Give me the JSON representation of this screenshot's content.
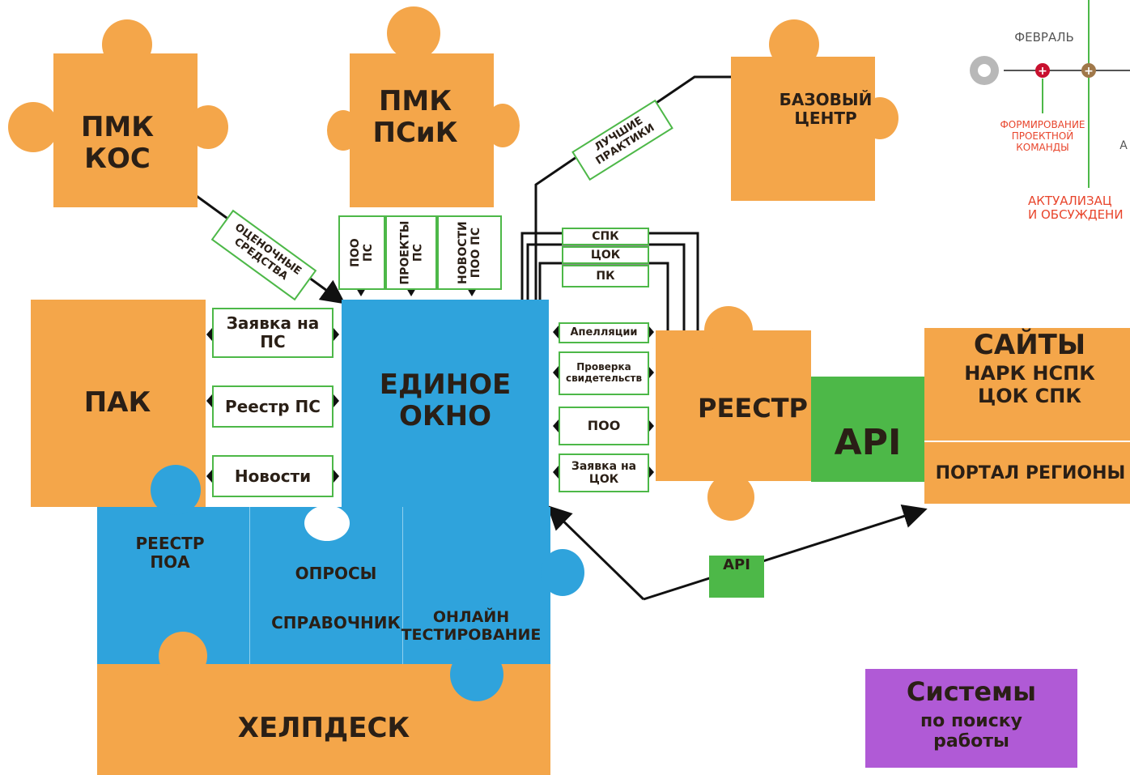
{
  "pieces": {
    "pmk_kos": "ПМК\nКОС",
    "pmk_psik": "ПМК\nПСиК",
    "bazovy": "БАЗОВЫЙ\nЦЕНТР",
    "pak": "ПАК",
    "okno": "ЕДИНОЕ\nОКНО",
    "reestr": "РЕЕСТР",
    "api_big": "API",
    "saity_title": "САЙТЫ",
    "saity_sub": "НАРК НСПК\nЦОК СПК",
    "portal": "ПОРТАЛ РЕГИОНЫ",
    "reestr_poa": "РЕЕСТР\nПОА",
    "oprosy": "ОПРОСЫ",
    "spravochnik": "СПРАВОЧНИК",
    "online": "ОНЛАЙН\nТЕСТИРОВАНИЕ",
    "helpdesk": "ХЕЛПДЕСК",
    "api_small": "API"
  },
  "connectors": {
    "ocenochnye": "ОЦЕНОЧНЫЕ\nСРЕДСТВА",
    "luchshie": "ЛУЧШИЕ\nПРАКТИКИ",
    "vertical": [
      "ПОО ПС",
      "ПРОЕКТЫ\nПС",
      "НОВОСТИ\nПОО ПС"
    ],
    "left": [
      "Заявка на\nПС",
      "Реестр ПС",
      "Новости"
    ],
    "top_right": [
      "СПК",
      "ЦОК",
      "ПК"
    ],
    "right": [
      "Апелляции",
      "Проверка\nсвидетельств",
      "ПОО",
      "Заявка на\nЦОК"
    ]
  },
  "systems": {
    "title": "Системы",
    "sub": "по поиску\nработы"
  },
  "timeline": {
    "month": "ФЕВРАЛЬ",
    "step1": "ФОРМИРОВАНИЕ\nПРОЕКТНОЙ\nКОМАНДЫ",
    "step2": "АКТУАЛИЗАЦ\nИ ОБСУЖДЕНИ",
    "cut_letter": "А"
  },
  "colors": {
    "orange": "#f4a64a",
    "blue": "#2fa3dc",
    "green": "#4db848",
    "purple": "#b05ad6",
    "red": "#e8452c",
    "dark_red": "#c8102e",
    "brown": "#a0784a",
    "text": "#2a1f16"
  }
}
